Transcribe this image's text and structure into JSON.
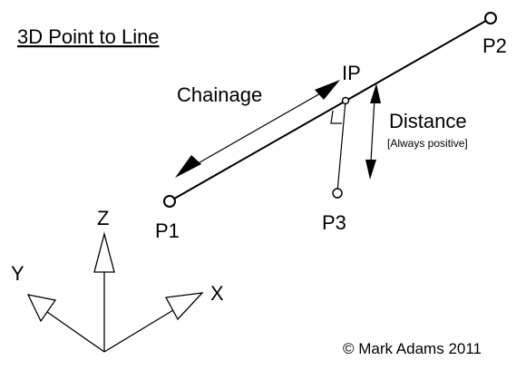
{
  "title": "3D Point to Line",
  "points": {
    "p1": "P1",
    "p2": "P2",
    "p3": "P3",
    "ip": "IP"
  },
  "labels": {
    "chainage": "Chainage",
    "distance": "Distance",
    "distance_note": "[Always positive]"
  },
  "axes": {
    "x": "X",
    "y": "Y",
    "z": "Z"
  },
  "copyright": "© Mark Adams 2011",
  "colors": {
    "ink": "#000000",
    "background": "#ffffff"
  }
}
